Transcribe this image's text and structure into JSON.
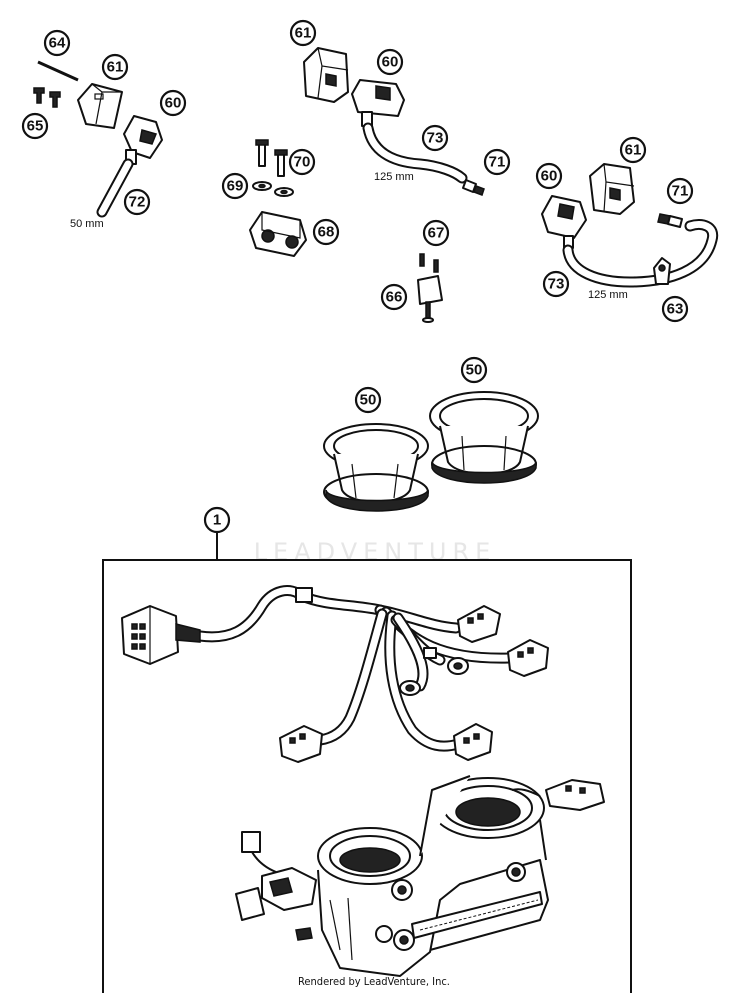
{
  "watermark": "LEADVENTURE",
  "credit": "Rendered by LeadVenture, Inc.",
  "dimensions": {
    "hose_short": "50 mm",
    "hose_left": "125 mm",
    "hose_right": "125 mm"
  },
  "callouts": {
    "c64": "64",
    "c65": "65",
    "c61a": "61",
    "c60a": "60",
    "c72": "72",
    "c61b": "61",
    "c60b": "60",
    "c73a": "73",
    "c71a": "71",
    "c70": "70",
    "c69": "69",
    "c68": "68",
    "c67": "67",
    "c66": "66",
    "c61c": "61",
    "c60c": "60",
    "c71b": "71",
    "c73b": "73",
    "c63": "63",
    "c50a": "50",
    "c50b": "50",
    "c1": "1"
  }
}
